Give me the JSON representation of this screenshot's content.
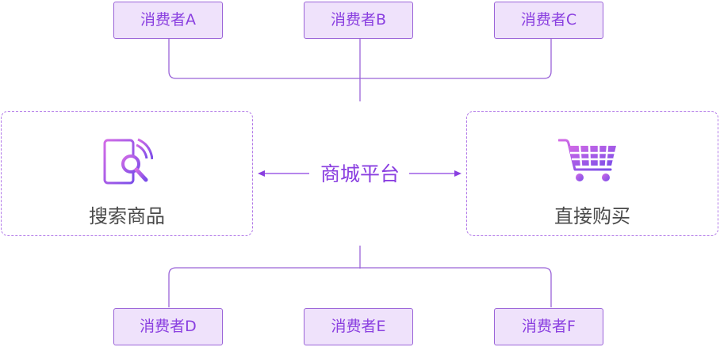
{
  "consumers_top": [
    "消费者A",
    "消费者B",
    "消费者C"
  ],
  "consumers_bottom": [
    "消费者D",
    "消费者E",
    "消费者F"
  ],
  "center": {
    "label": "商城平台"
  },
  "left_panel": {
    "label": "搜索商品",
    "icon": "search-product-phone-icon"
  },
  "right_panel": {
    "label": "直接购买",
    "icon": "shopping-cart-icon"
  },
  "colors": {
    "accent": "#8a3fe0",
    "line": "#9a63d8",
    "box_fill": "#efe2fb",
    "panel_border": "#b279e8",
    "label_text": "#4a4a4a"
  }
}
